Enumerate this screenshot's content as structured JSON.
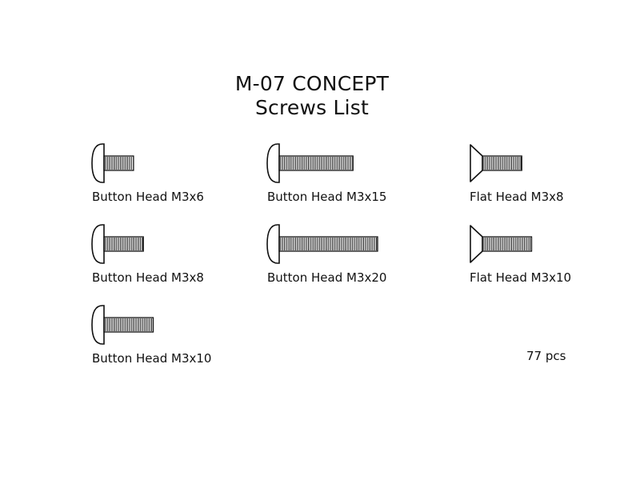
{
  "header": {
    "title": "M-07 CONCEPT",
    "subtitle": "Screws List"
  },
  "screws": [
    {
      "label": "Button Head M3x6",
      "head": "button",
      "length_mm": 6
    },
    {
      "label": "Button Head M3x15",
      "head": "button",
      "length_mm": 15
    },
    {
      "label": "Flat Head M3x8",
      "head": "flat",
      "length_mm": 8
    },
    {
      "label": "Button Head M3x8",
      "head": "button",
      "length_mm": 8
    },
    {
      "label": "Button Head M3x20",
      "head": "button",
      "length_mm": 20
    },
    {
      "label": "Flat Head M3x10",
      "head": "flat",
      "length_mm": 10
    },
    {
      "label": "Button Head M3x10",
      "head": "button",
      "length_mm": 10
    }
  ],
  "footer": {
    "count": "77 pcs"
  },
  "colors": {
    "line": "#111111",
    "background": "#ffffff"
  }
}
